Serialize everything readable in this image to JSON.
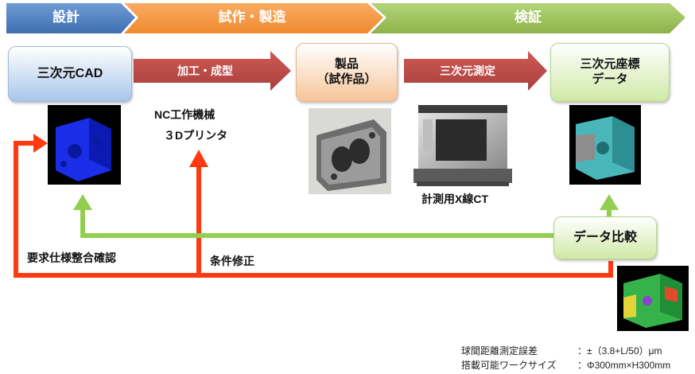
{
  "phases": [
    {
      "label": "設計",
      "color": "#4f81bd"
    },
    {
      "label": "試作・製造",
      "color": "#f79646"
    },
    {
      "label": "検証",
      "color": "#9bbb59"
    }
  ],
  "boxes": {
    "cad": "三次元CAD",
    "product_line1": "製品",
    "product_line2": "（試作品）",
    "coord_line1": "三次元座標",
    "coord_line2": "データ",
    "compare": "データ比較"
  },
  "arrows": {
    "machining": "加工・成型",
    "measurement": "三次元測定"
  },
  "labels": {
    "machine_line1": "NC工作機械",
    "machine_line2": "３Dプリンタ",
    "ct": "計測用X線CT",
    "requirements": "要求仕様整合確認",
    "condition": "条件修正"
  },
  "specs": {
    "row1_label": "球間距離測定誤差",
    "row1_value": "：±（3.8+L/50）μm",
    "row2_label": "搭載可能ワークサイズ",
    "row2_value": "：Φ300mm×H300mm"
  },
  "colors": {
    "feedback_red": "#ff3a12",
    "feedback_green": "#92cf50",
    "process_arrow": "#c0504d"
  }
}
